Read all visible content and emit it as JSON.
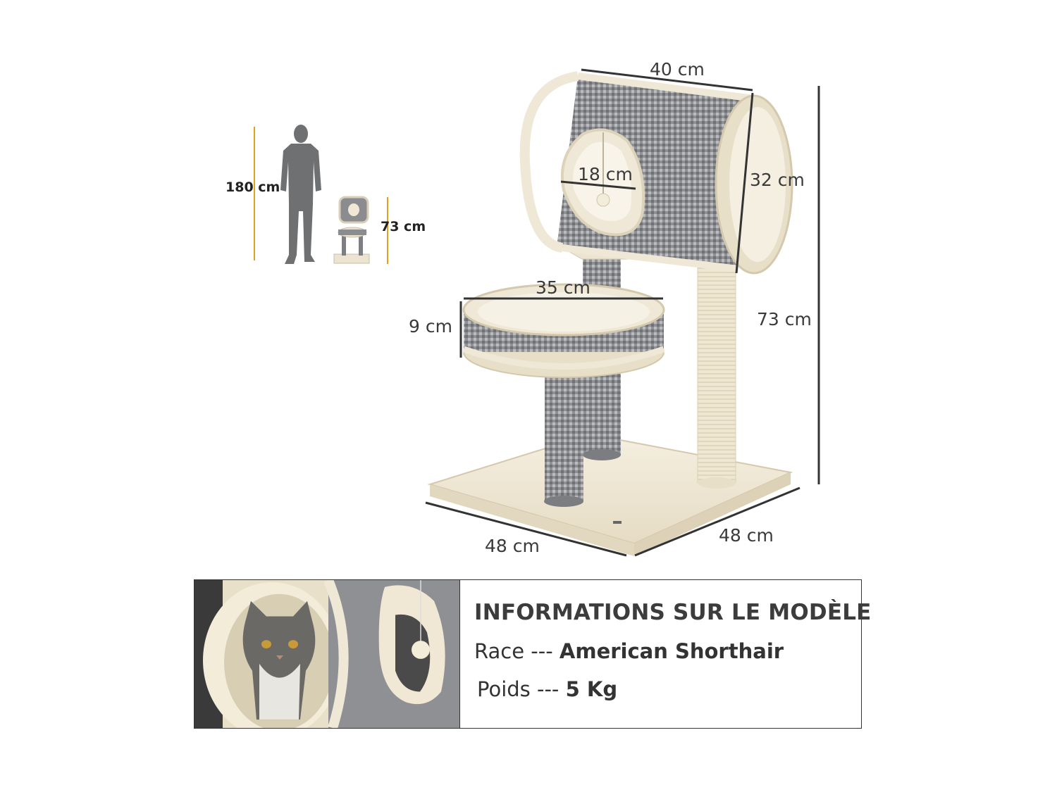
{
  "dimensions": {
    "tube_length": "40 cm",
    "tube_height": "32 cm",
    "hole_diameter": "18 cm",
    "bed_diameter": "35 cm",
    "bed_height": "9 cm",
    "total_height": "73 cm",
    "base_depth": "48 cm",
    "base_width": "48 cm"
  },
  "scale": {
    "person_height": "180 cm",
    "product_height": "73 cm"
  },
  "model_info": {
    "title": "INFORMATIONS SUR LE MODÈLE",
    "breed_label": "Race --- ",
    "breed_value": "American Shorthair",
    "weight_label": "Poids --- ",
    "weight_value": "5 Kg"
  },
  "colors": {
    "plush": "#efe8d6",
    "fabric_gray": "#8f9194",
    "sisal": "#ece4ce",
    "accent": "#e0a21a"
  }
}
